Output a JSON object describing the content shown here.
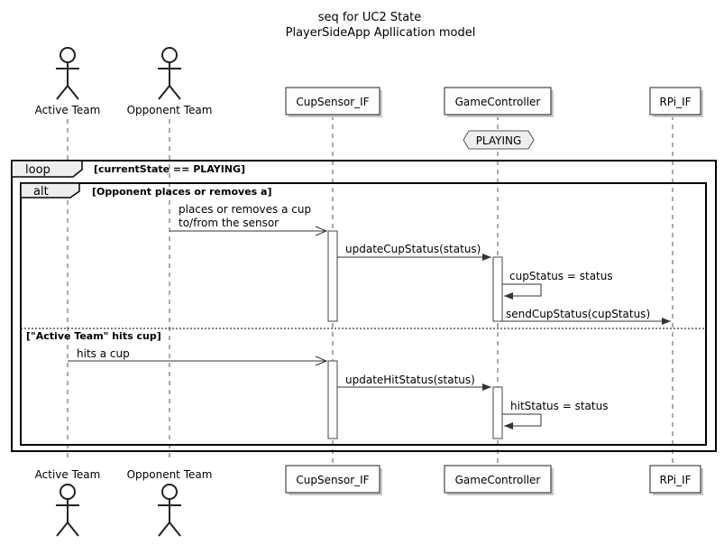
{
  "title": [
    "seq for UC2 State",
    "PlayerSideApp Apllication model"
  ],
  "actors": [
    {
      "id": "active",
      "label": "Active Team"
    },
    {
      "id": "opponent",
      "label": "Opponent Team"
    }
  ],
  "participants": [
    {
      "id": "cup",
      "label": "CupSensor_IF"
    },
    {
      "id": "gc",
      "label": "GameController"
    },
    {
      "id": "rpi",
      "label": "RPi_IF"
    }
  ],
  "state_label": "PLAYING",
  "loop": {
    "keyword": "loop",
    "guard": "[currentState == PLAYING]"
  },
  "alt": {
    "keyword": "alt",
    "guard": "[Opponent places or removes a]",
    "else_guard": "[\"Active Team\" hits cup]"
  },
  "messages": [
    {
      "line1": "places or removes a cup",
      "line2": "to/from the sensor"
    },
    {
      "text": "updateCupStatus(status)"
    },
    {
      "text": "cupStatus = status"
    },
    {
      "text": "sendCupStatus(cupStatus)"
    },
    {
      "text": "hits a cup"
    },
    {
      "text": "updateHitStatus(status)"
    },
    {
      "text": "hitStatus = status"
    }
  ]
}
